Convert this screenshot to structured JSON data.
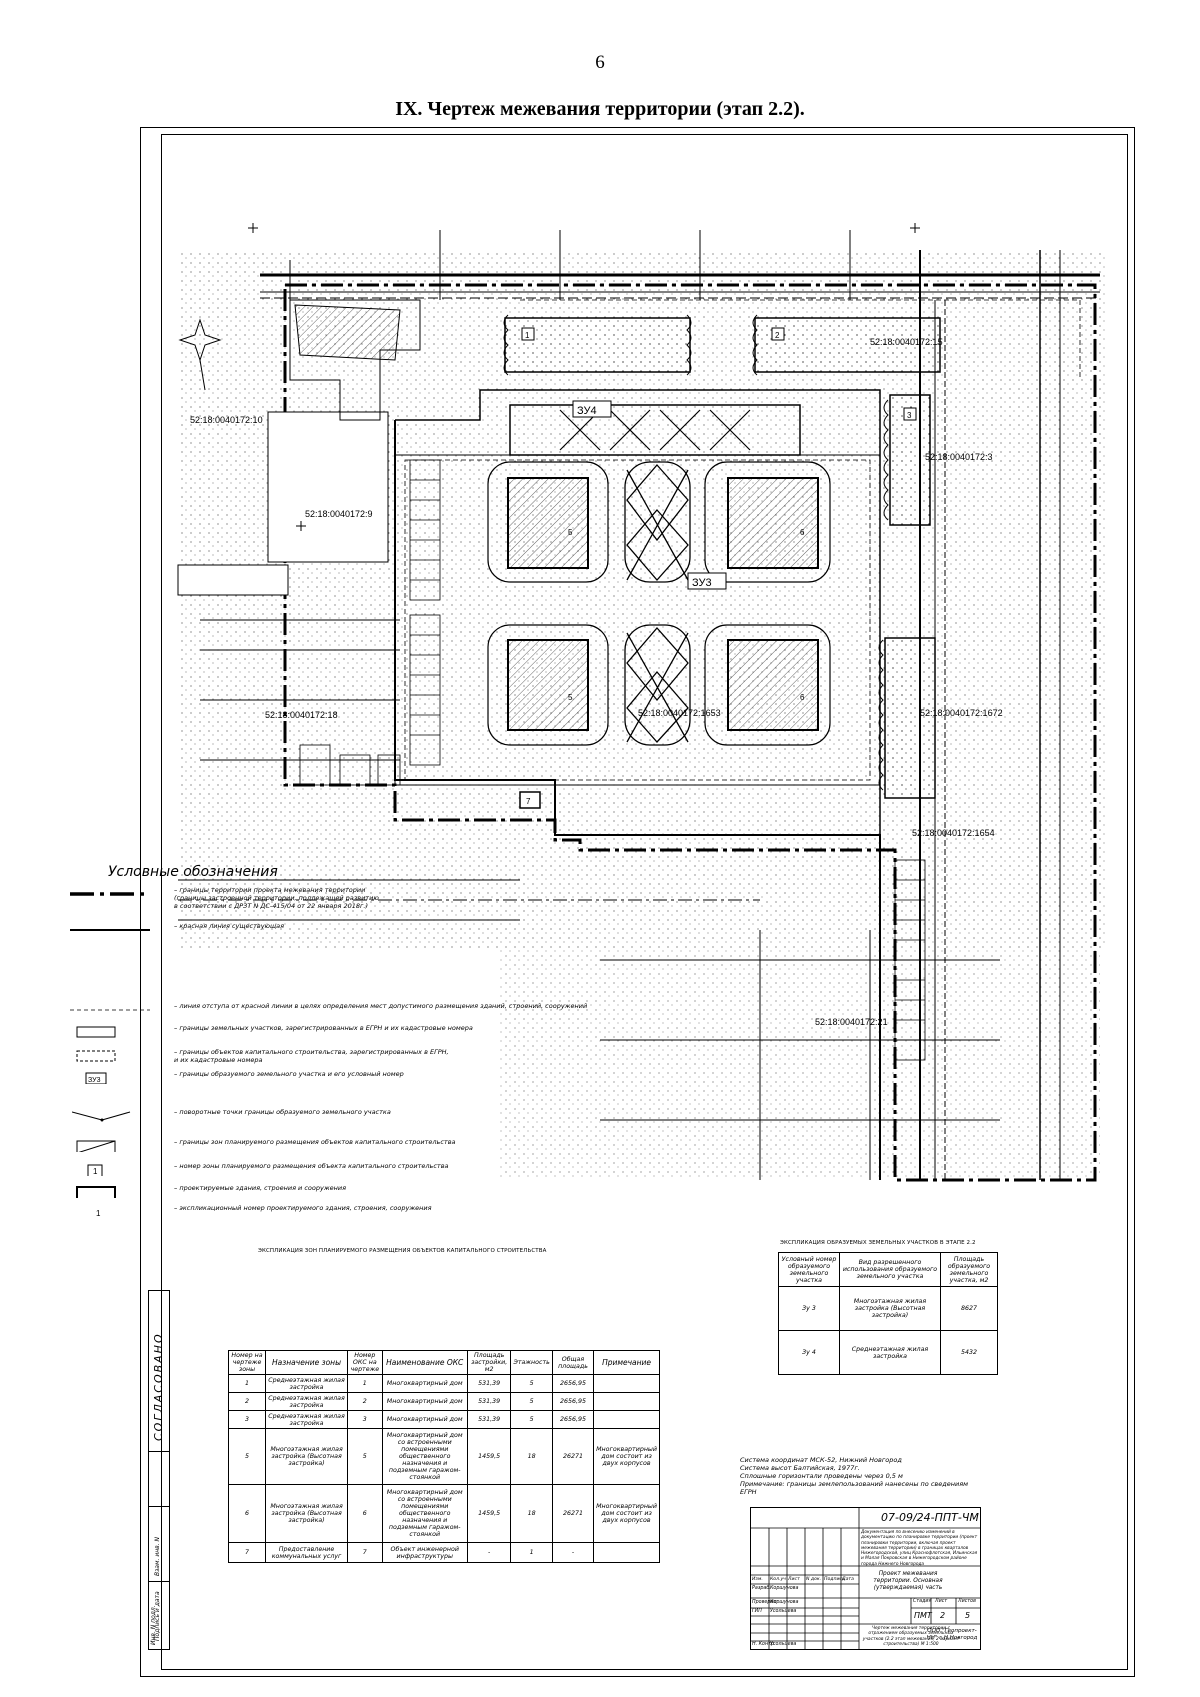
{
  "page_number": "6",
  "title": "IX.    Чертеж межевания территории (этап 2.2).",
  "map": {
    "parcel_labels": [
      "52:18:0040172:10",
      "52:18:0040172:9",
      "52:18:0040172:18",
      "52:18:0040172:15",
      "52:18:0040172:3",
      "52:18:0040172:1653",
      "52:18:0040172:1672",
      "52:18:0040172:1654",
      "52:18:0040172:21"
    ],
    "zone_labels": [
      "ЗУ4",
      "ЗУ3"
    ],
    "building_numbers": [
      "1",
      "2",
      "3",
      "5",
      "5",
      "6",
      "6",
      "7"
    ]
  },
  "legend": {
    "heading": "Условные обозначения",
    "items": [
      "– границы территории проекта межевания территории\n(границы застроенной территории, подлежащей развитию\nв соответствии с ДРЗТ N ДС-415/04 от 22 января 2018г.)",
      "– красная линия существующая",
      "– линия отступа от красной линии в целях определения мест допустимого размещения зданий, строений, сооружений",
      "– границы земельных участков, зарегистрированных в ЕГРН и их кадастровые номера",
      "– границы объектов капитального строительства, зарегистрированных в ЕГРН,\nи их кадастровые номера",
      "– границы образуемого земельного участка и его условный номер",
      "– поворотные точки границы образуемого земельного участка",
      "– границы зон планируемого размещения объектов капитального строительства",
      "– номер зоны планируемого размещения объекта капитального строительства",
      "– проектируемые здания, строения и сооружения",
      "– экспликационный номер проектируемого здания, строения, сооружения"
    ],
    "symbol_labels": [
      "ЗУ3",
      "1",
      "1"
    ]
  },
  "table_oks": {
    "caption": "Экспликация зон планируемого размещения объектов капитального строительства",
    "headers": [
      "Номер на чертеже зоны",
      "Назначение зоны",
      "Номер ОКС на чертеже",
      "Наименование ОКС",
      "Площадь застройки, м2",
      "Этажность",
      "Общая площадь",
      "Примечание"
    ],
    "rows": [
      [
        "1",
        "Среднеэтажная жилая застройка",
        "1",
        "Многоквартирный дом",
        "531,39",
        "5",
        "2656,95",
        ""
      ],
      [
        "2",
        "Среднеэтажная жилая застройка",
        "2",
        "Многоквартирный дом",
        "531,39",
        "5",
        "2656,95",
        ""
      ],
      [
        "3",
        "Среднеэтажная жилая застройка",
        "3",
        "Многоквартирный дом",
        "531,39",
        "5",
        "2656,95",
        ""
      ],
      [
        "5",
        "Многоэтажная жилая застройка (Высотная застройка)",
        "5",
        "Многоквартирный дом со встроенными помещениями общественного назначения и подземным гаражом-стоянкой",
        "1459,5",
        "18",
        "26271",
        "Многоквартирный дом состоит из двух корпусов"
      ],
      [
        "6",
        "Многоэтажная жилая застройка (Высотная застройка)",
        "6",
        "Многоквартирный дом со встроенными помещениями общественного назначения и подземным гаражом-стоянкой",
        "1459,5",
        "18",
        "26271",
        "Многоквартирный дом состоит из двух корпусов"
      ],
      [
        "7",
        "Предоставление коммунальных услуг",
        "7",
        "Объект инженерной инфраструктуры",
        "-",
        "1",
        "-",
        ""
      ]
    ]
  },
  "table_zu": {
    "caption": "Экспликация образуемых земельных участков в этапе 2.2",
    "headers": [
      "Условный номер образуемого земельного участка",
      "Вид разрешенного использования образуемого земельного участка",
      "Площадь образуемого земельного участка, м2"
    ],
    "rows": [
      [
        "Зу 3",
        "Многоэтажная жилая застройка (Высотная застройка)",
        "8627"
      ],
      [
        "Зу 4",
        "Среднеэтажная жилая застройка",
        "5432"
      ]
    ]
  },
  "notes": "Система координат МСК-52, Нижний Новгород\nСистема высот Балтийская, 1977г.\nСплошные горизонтали проведены через 0,5 м\nПримечание: границы землепользований нанесены по сведениям ЕГРН",
  "stamp": {
    "code": "07-09/24-ППТ-ЧМ",
    "description": "Документация по внесению изменений в документацию по планировке территории (проект планировки территории, включая проект межевания территории) в границах кварталов Нижегородской, улиц Краснофлотская, Ильинская и Малая Покровская в Нижегородском районе города Нижнего Новгорода",
    "roles": [
      "Изм.",
      "Кол.уч",
      "Лист",
      "N док.",
      "Подпись",
      "Дата"
    ],
    "people": [
      [
        "Разраб.",
        "Коршунова"
      ],
      [
        "Проверил",
        "Коршунова"
      ],
      [
        "ГИП",
        "Усольцева"
      ],
      [
        "",
        ""
      ],
      [
        "Н. Контр.",
        "Усольцева"
      ]
    ],
    "sheet_title": "Проект межевания территории. Основная (утверждаемая) часть",
    "stage_label": "Стадия",
    "sheet_label": "Лист",
    "sheets_label": "Листов",
    "stage": "ПМТ",
    "sheet": "2",
    "sheets": "5",
    "drawing_title": "Чертеж межевания территории с отражением образуемых земельных участков (2.2 этап межевания, 2 вариант строительства) М 1:500",
    "org": "ООО \"Геопроект-НН\" г.Н.Новгород"
  },
  "vertical": {
    "agreed": "СОГЛАСОВАНО",
    "inv": "Инв. N подл.",
    "sign": "Подпись и дата",
    "replace": "Взам. инв. N"
  }
}
